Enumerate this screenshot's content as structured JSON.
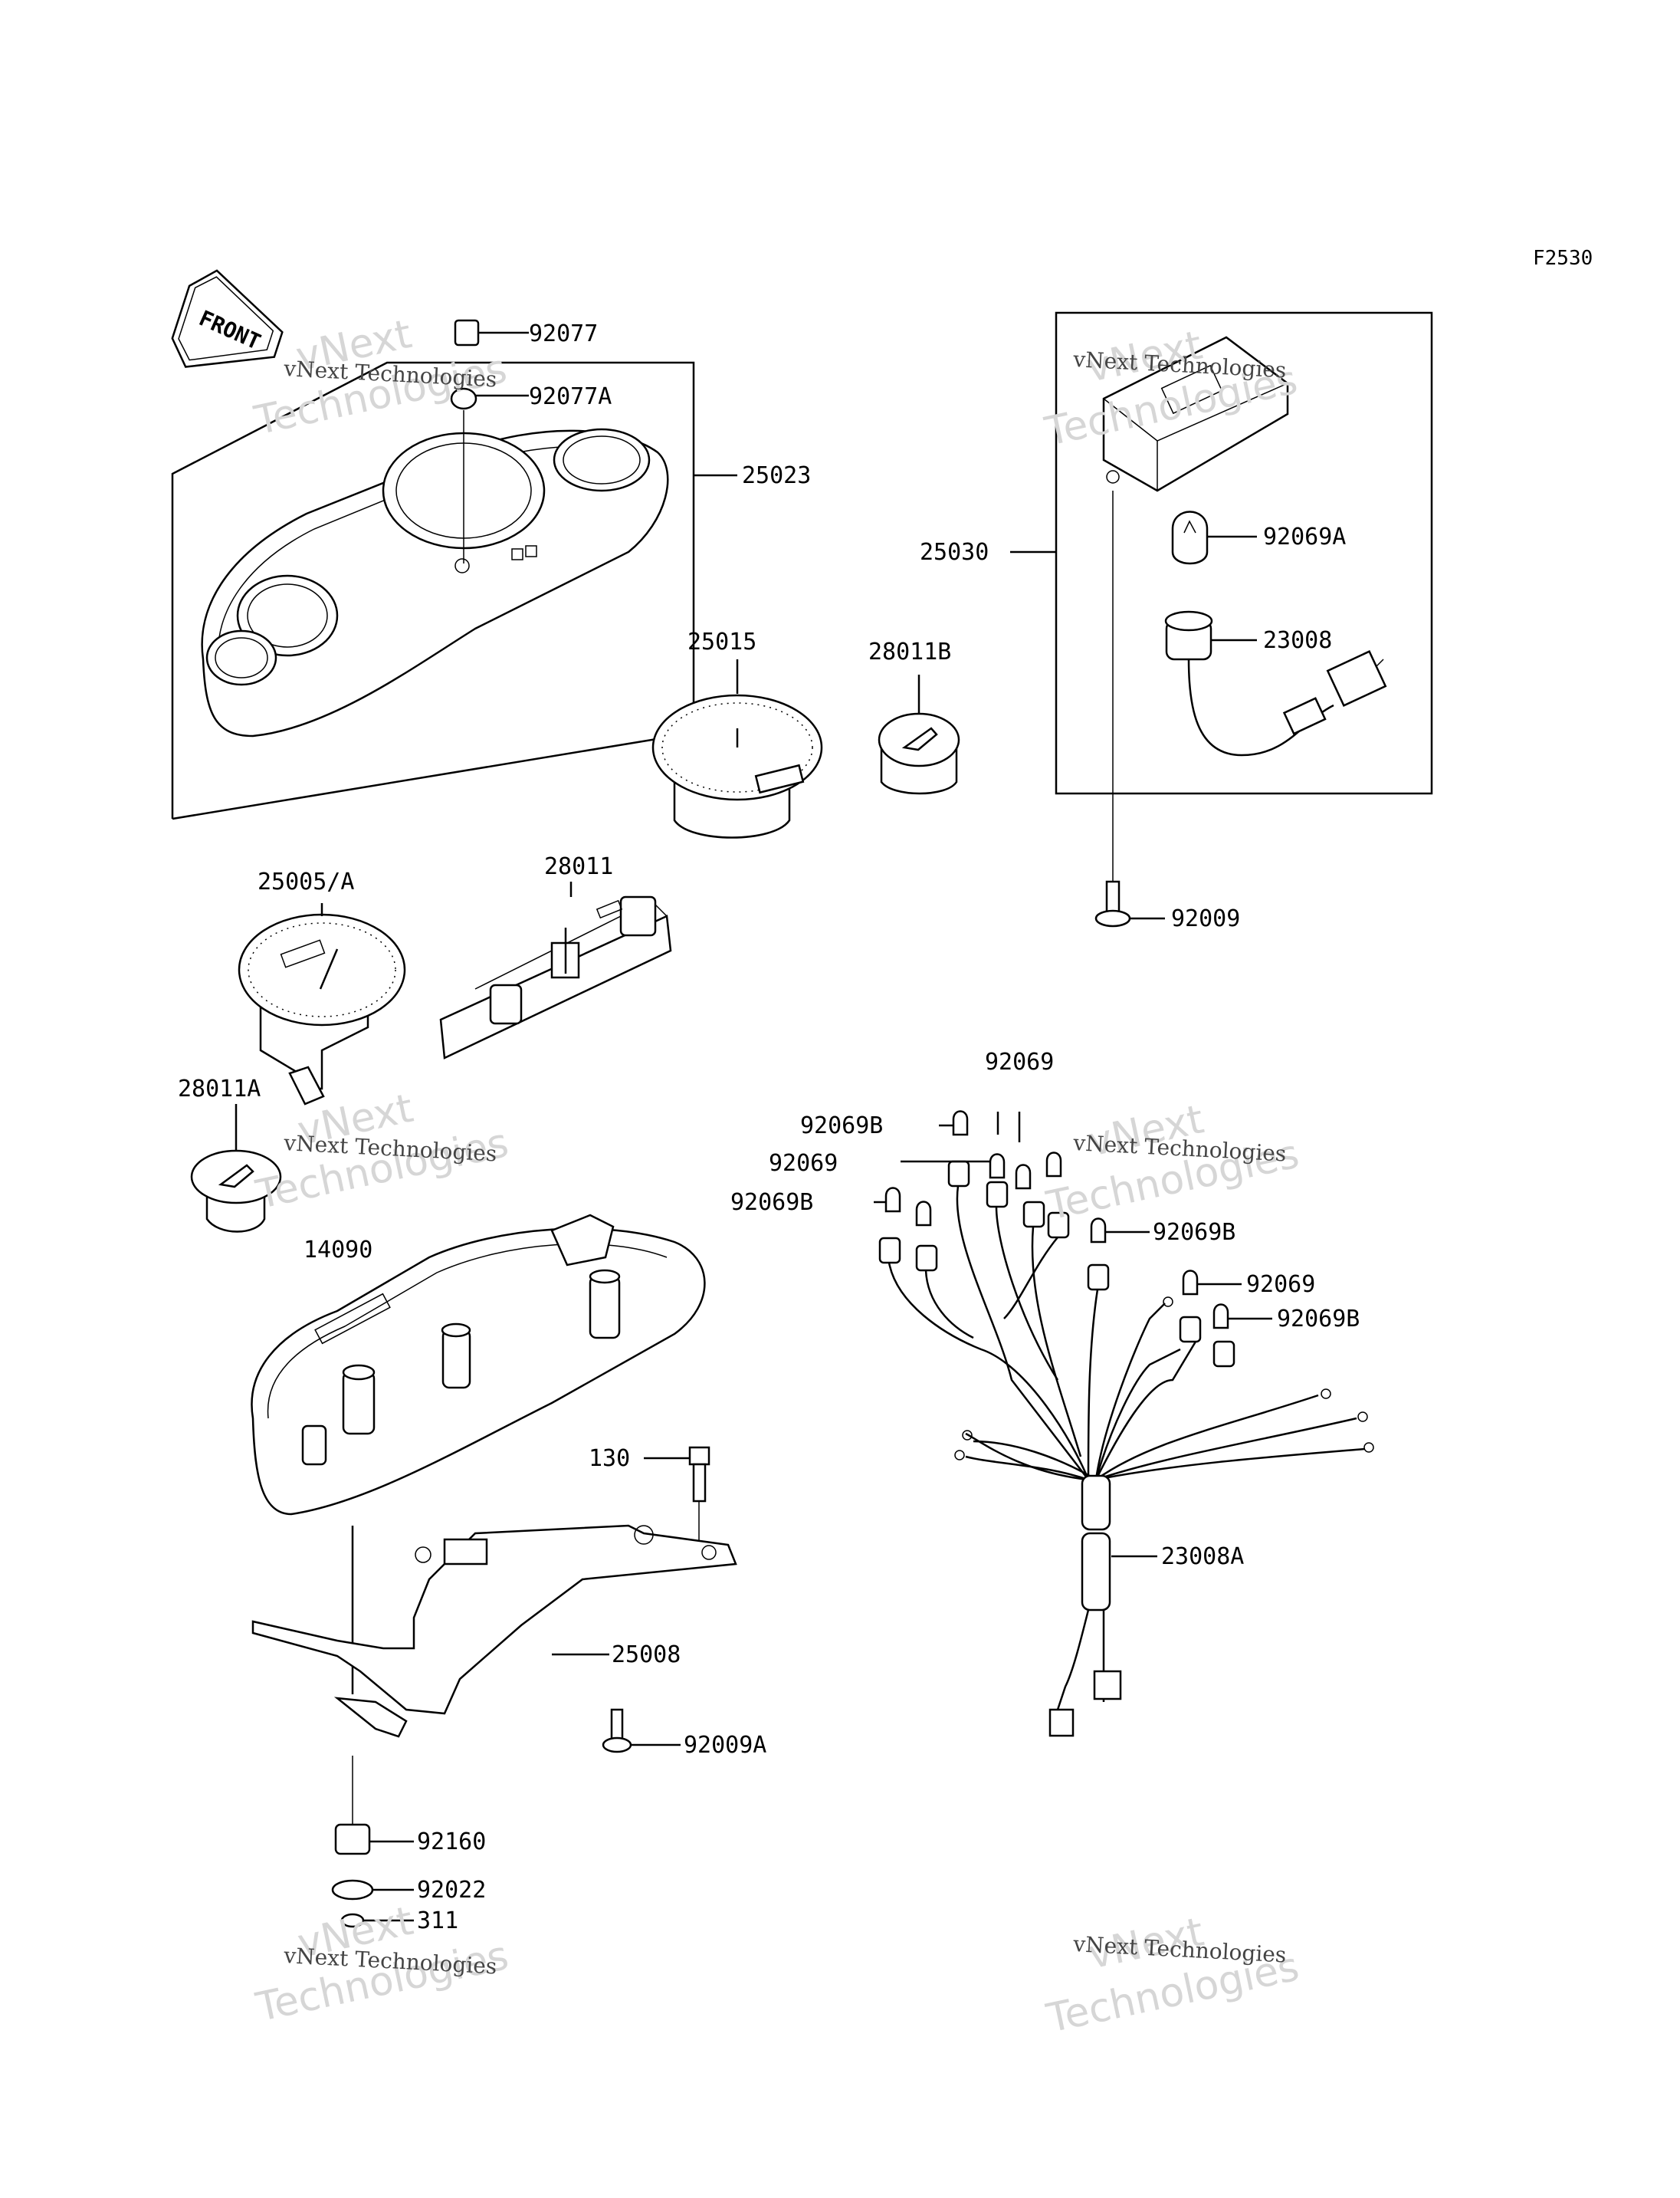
{
  "figure_code": "F2530",
  "front_label": "FRONT",
  "watermark": {
    "brand_line1": "vNext",
    "brand_line2": "Technologies",
    "caption": "vNext Technologies"
  },
  "part_labels": {
    "p92077": "92077",
    "p92077A": "92077A",
    "p25023": "25023",
    "p25015": "25015",
    "p28011B": "28011B",
    "p25030": "25030",
    "p92069A": "92069A",
    "p23008": "23008",
    "p92009": "92009",
    "p25005A": "25005/A",
    "p28011": "28011",
    "p28011A": "28011A",
    "p92069_top": "92069",
    "p92069B_1": "92069B",
    "p92069_2": "92069",
    "p92069B_3": "92069B",
    "p92069B_right": "92069B",
    "p92069_right": "92069",
    "p92069B_right2": "92069B",
    "p14090": "14090",
    "p130": "130",
    "p23008A": "23008A",
    "p25008": "25008",
    "p92009A": "92009A",
    "p92160": "92160",
    "p92022": "92022",
    "p311": "311"
  },
  "icons": {
    "front_arrow": "front-arrow-icon",
    "gauge_cluster": "meter-cover-icon"
  }
}
